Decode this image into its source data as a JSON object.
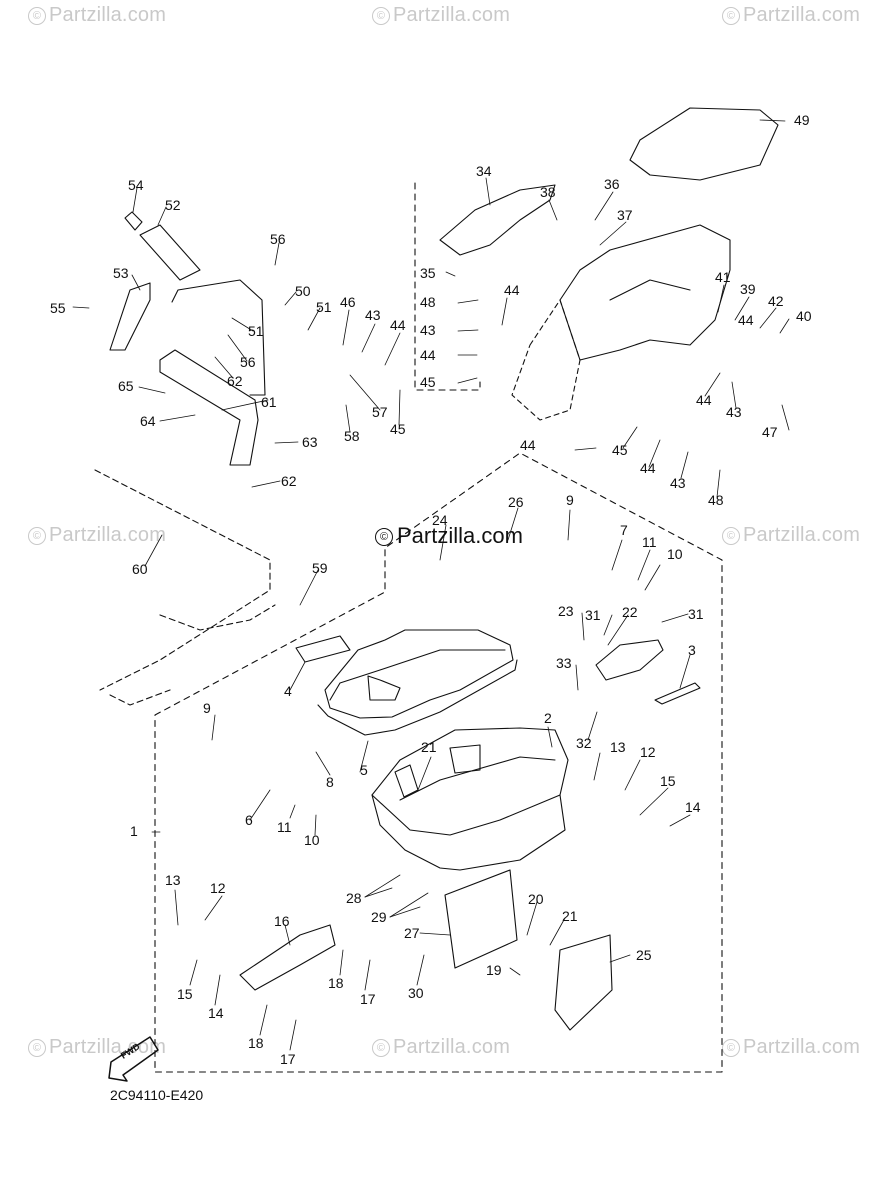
{
  "watermark": {
    "text": "Partzilla.com",
    "copyright_symbol": "©"
  },
  "center_watermark": {
    "text": "Partzilla.com",
    "copyright_symbol": "©"
  },
  "diagram_code": "2C94110-E420",
  "fwd_label": "FWD",
  "colors": {
    "line": "#111111",
    "watermark": "#c9c9c9",
    "background": "#ffffff"
  },
  "callouts": [
    "1",
    "2",
    "3",
    "4",
    "5",
    "6",
    "7",
    "8",
    "9",
    "9",
    "10",
    "10",
    "11",
    "11",
    "12",
    "12",
    "13",
    "13",
    "14",
    "14",
    "15",
    "15",
    "16",
    "17",
    "17",
    "18",
    "18",
    "19",
    "20",
    "21",
    "21",
    "22",
    "23",
    "24",
    "25",
    "26",
    "27",
    "28",
    "29",
    "30",
    "31",
    "31",
    "32",
    "33",
    "34",
    "35",
    "36",
    "37",
    "38",
    "39",
    "40",
    "41",
    "42",
    "43",
    "43",
    "43",
    "43",
    "44",
    "44",
    "44",
    "44",
    "44",
    "44",
    "44",
    "45",
    "45",
    "45",
    "46",
    "47",
    "48",
    "48",
    "49",
    "50",
    "51",
    "51",
    "52",
    "53",
    "54",
    "55",
    "56",
    "56",
    "57",
    "58",
    "59",
    "60",
    "61",
    "62",
    "62",
    "63",
    "64",
    "65"
  ]
}
